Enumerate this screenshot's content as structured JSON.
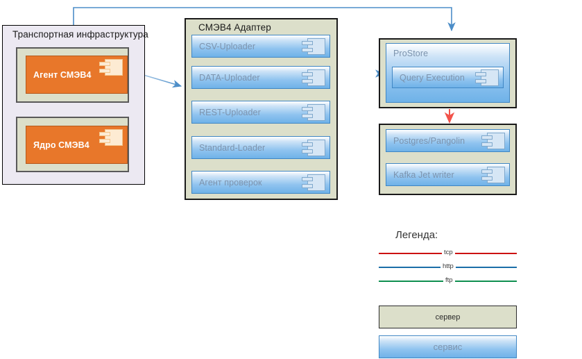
{
  "diagram": {
    "servers": [
      {
        "id": "transport-infrastructure",
        "title": "Транспортная инфраструктура",
        "type": "server",
        "inner_groups": [
          {
            "id": "agent-group",
            "component": {
              "label": "Агент СМЭВ4",
              "icon": "uml-component-icon",
              "style": "orange"
            }
          },
          {
            "id": "core-group",
            "component": {
              "label": "Ядро СМЭВ4",
              "icon": "uml-component-icon",
              "style": "orange"
            }
          }
        ]
      },
      {
        "id": "smev4-adapter",
        "title": "СМЭВ4 Адаптер",
        "type": "server",
        "components": [
          {
            "label": "CSV-Uploader",
            "icon": "uml-component-icon",
            "style": "blue"
          },
          {
            "label": "DATA-Uploader",
            "icon": "uml-component-icon",
            "style": "blue"
          },
          {
            "label": "REST-Uploader",
            "icon": "uml-component-icon",
            "style": "blue"
          },
          {
            "label": "Standard-Loader",
            "icon": "uml-component-icon",
            "style": "blue"
          },
          {
            "label": "Агент проверок",
            "icon": "uml-component-icon",
            "style": "blue"
          }
        ]
      },
      {
        "id": "prostore-server",
        "title": "",
        "type": "server",
        "components": [
          {
            "label": "ProStore",
            "icon": "none",
            "style": "blue"
          },
          {
            "label": "Query Execution",
            "icon": "uml-component-icon",
            "style": "blue"
          }
        ]
      },
      {
        "id": "storage-server",
        "title": "",
        "type": "server",
        "components": [
          {
            "label": "Postgres/Pangolin",
            "icon": "uml-component-icon",
            "style": "blue"
          },
          {
            "label": "Kafka Jet writer",
            "icon": "uml-component-icon",
            "style": "blue"
          }
        ]
      }
    ],
    "connections": [
      {
        "id": "transport-to-prostore-top",
        "protocol": "http",
        "color": "#4d8ec8"
      },
      {
        "id": "agent-to-data-uploader",
        "protocol": "http",
        "color": "#4d8ec8"
      },
      {
        "id": "adapter-to-prostore",
        "protocol": "http",
        "color": "#4d8ec8"
      },
      {
        "id": "agent-to-core",
        "protocol": "tcp",
        "color": "#ee2211"
      },
      {
        "id": "prostore-to-postgres",
        "protocol": "tcp",
        "color": "#f2534a"
      },
      {
        "id": "kafka-to-postgres",
        "protocol": "tcp",
        "color": "#ee2211"
      }
    ]
  },
  "legend": {
    "title": "Легенда:",
    "lines": [
      {
        "label": "tcp",
        "color": "#cc1111"
      },
      {
        "label": "http",
        "color": "#1b6ea8"
      },
      {
        "label": "ftp",
        "color": "#0f8f4f"
      }
    ],
    "boxes": [
      {
        "label": "сервер",
        "kind": "server"
      },
      {
        "label": "сервис",
        "kind": "service"
      }
    ]
  }
}
